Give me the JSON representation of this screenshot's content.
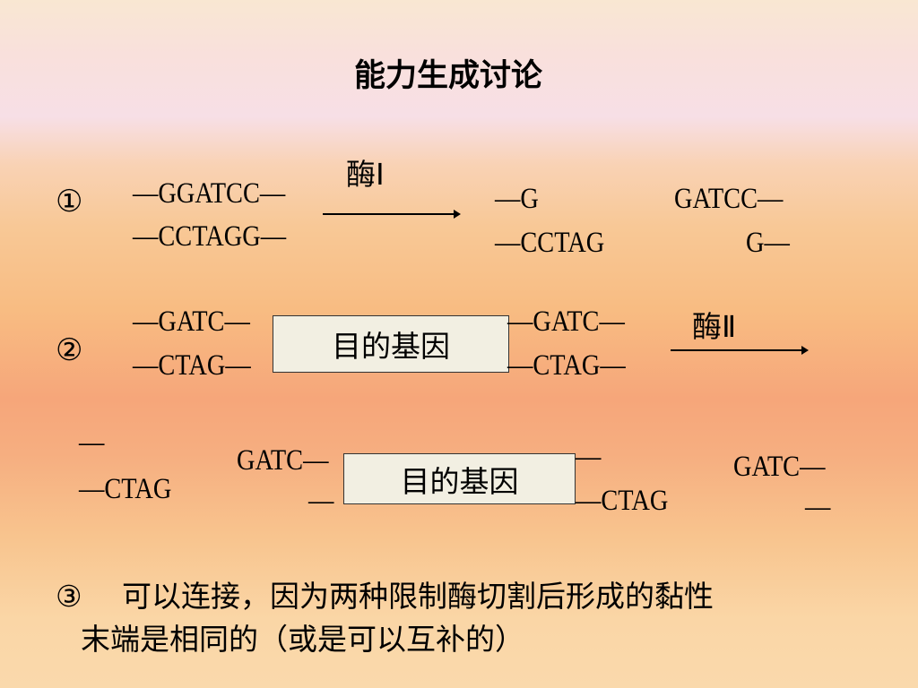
{
  "title": "能力生成讨论",
  "row1": {
    "marker": "①",
    "left_top": "—GGATCC—",
    "left_bottom": "—CCTAGG—",
    "enzyme": "酶Ⅰ",
    "result_a_top": "—G",
    "result_a_bottom": "—CCTAG",
    "result_b_top": "GATCC—",
    "result_b_bottom": "G—"
  },
  "row2": {
    "marker": "②",
    "left_top": "—GATC—",
    "left_bottom": "—CTAG—",
    "gene_box": "目的基因",
    "right_top": "—GATC—",
    "right_bottom": "—CTAG—",
    "enzyme": "酶Ⅱ"
  },
  "row3": {
    "frag1_top": "—",
    "frag1_bottom": "—CTAG",
    "mid_left_top": "GATC—",
    "mid_left_bottom": "—",
    "gene_box": "目的基因",
    "mid_right_top": "—",
    "mid_right_bottom": "—CTAG",
    "frag3_top": "GATC—",
    "frag3_bottom": "—"
  },
  "conclusion": {
    "marker": "③",
    "line1": "可以连接，因为两种限制酶切割后形成的黏性",
    "line2": "末端是相同的（或是可以互补的）"
  }
}
